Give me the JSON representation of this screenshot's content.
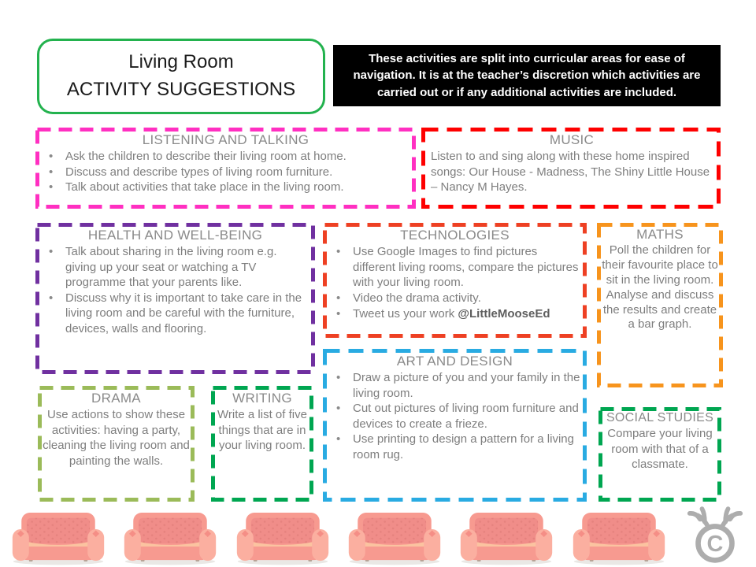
{
  "title": {
    "line1": "Living Room",
    "line2": "ACTIVITY SUGGESTIONS"
  },
  "intro": "These activities are split into curricular areas for ease of navigation. It is at the teacher’s discretion which activities are carried out or if any additional activities are included.",
  "colors": {
    "title_border": "#23B24E",
    "intro_bg": "#000000",
    "heading_text": "#8A8A8A",
    "body_text": "#7E7E7E",
    "listening_border": "#FF2FC1",
    "music_border": "#FE0000",
    "health_border": "#7030A0",
    "technologies_border": "#EE4023",
    "maths_border": "#F7941D",
    "art_border": "#29ABE2",
    "drama_border": "#9BBB59",
    "writing_border": "#00A651",
    "social_border": "#00A651",
    "couch": "#F79A90",
    "logo_gray": "#ADADAD"
  },
  "boxes": {
    "listening": {
      "heading": "LISTENING AND TALKING",
      "bullets": [
        "Ask the children to describe their living room at home.",
        "Discuss and describe types of living room furniture.",
        "Talk about activities that take place in the living room."
      ]
    },
    "music": {
      "heading": "MUSIC",
      "text": "Listen to and sing along with these home inspired songs: Our House - Madness, The Shiny Little House – Nancy M Hayes."
    },
    "health": {
      "heading": "HEALTH AND WELL-BEING",
      "bullets": [
        "Talk about sharing in the living room e.g. giving up your seat or watching a TV programme that your parents like.",
        "Discuss why it is important to take care in the living room and be careful with the furniture, devices, walls and flooring."
      ]
    },
    "technologies": {
      "heading": "TECHNOLOGIES",
      "bullets": [
        "Use Google Images to find pictures different living rooms, compare the pictures with your living room.",
        "Video the drama activity."
      ],
      "tweet_bullet": {
        "text": "Tweet us your work ",
        "handle": "@LittleMooseEd"
      }
    },
    "maths": {
      "heading": "MATHS",
      "text": "Poll the children for their favourite place to sit in the living room. Analyse and discuss the results and create a bar graph."
    },
    "art": {
      "heading": "ART AND DESIGN",
      "bullets": [
        "Draw a picture of you and your family in the living room.",
        "Cut out pictures of living room furniture and devices to create a frieze.",
        "Use printing to design a pattern for a living room rug."
      ]
    },
    "drama": {
      "heading": "DRAMA",
      "text": "Use actions to show these activities: having a party, cleaning the living room and painting the walls."
    },
    "writing": {
      "heading": "WRITING",
      "text": "Write a list of five things that are in your living room."
    },
    "social": {
      "heading": "SOCIAL STUDIES",
      "text": "Compare your living room with that of a classmate."
    }
  },
  "footer": {
    "icons": [
      "sofa-icon",
      "sofa-icon",
      "sofa-icon",
      "sofa-icon",
      "sofa-icon",
      "sofa-icon",
      "moose-copyright-logo"
    ]
  }
}
